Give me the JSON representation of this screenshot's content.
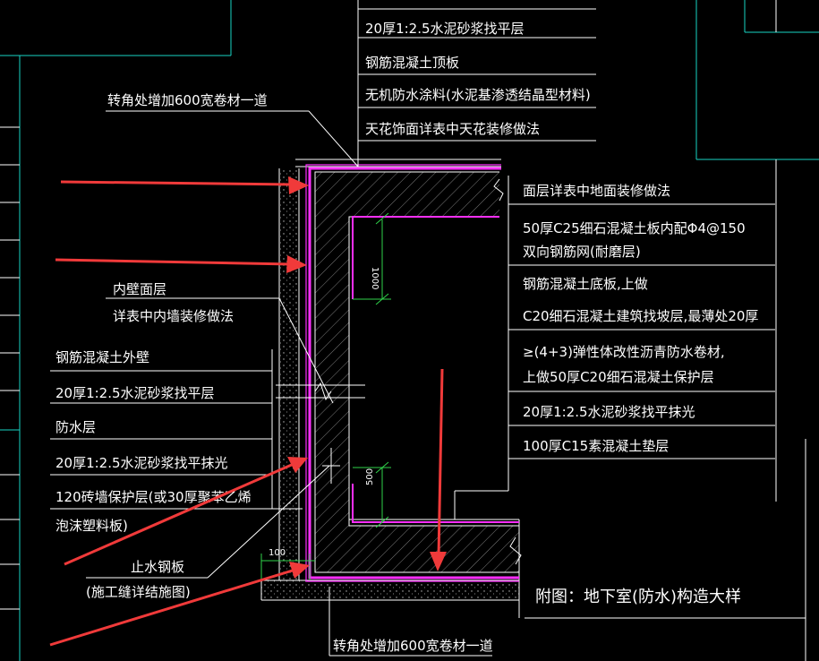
{
  "drawing": {
    "title": "附图：地下室(防水)构造大样",
    "colors": {
      "background": "#000000",
      "lines": "#ffffff",
      "frame": "#19d3c5",
      "membrane": "#ff2fff",
      "dimension": "#2fd24a",
      "markup_arrow": "#f03a3a"
    },
    "roof_labels": [
      "20厚1:2.5水泥砂浆找平层",
      "钢筋混凝土顶板",
      "无机防水涂料(水泥基渗透结晶型材料)",
      "天花饰面详表中天花装修做法"
    ],
    "corner_note_top": "转角处增加600宽卷材一道",
    "corner_note_bottom": "转角处增加600宽卷材一道",
    "floor_labels": [
      "面层详表中地面装修做法",
      "50厚C25细石混凝土板内配Φ4@150",
      "双向钢筋网(耐磨层)",
      "钢筋混凝土底板,上做",
      "C20细石混凝土建筑找坡层,最薄处20厚",
      "≥(4+3)弹性体改性沥青防水卷材,",
      "上做50厚C20细石混凝土保护层",
      "20厚1:2.5水泥砂浆找平抹光",
      "100厚C15素混凝土垫层"
    ],
    "inner_wall_labels": [
      "内壁面层",
      "详表中内墙装修做法"
    ],
    "wall_labels": [
      "钢筋混凝土外壁",
      "20厚1:2.5水泥砂浆找平层",
      "防水层",
      "20厚1:2.5水泥砂浆找平抹光",
      "120砖墙保护层(或30厚聚苯乙烯",
      "泡沫塑料板)"
    ],
    "waterstop_labels": [
      "止水钢板",
      "(施工缝详结施图)"
    ],
    "dimensions": {
      "top": "1000",
      "bottom": "500",
      "base": "100"
    }
  }
}
